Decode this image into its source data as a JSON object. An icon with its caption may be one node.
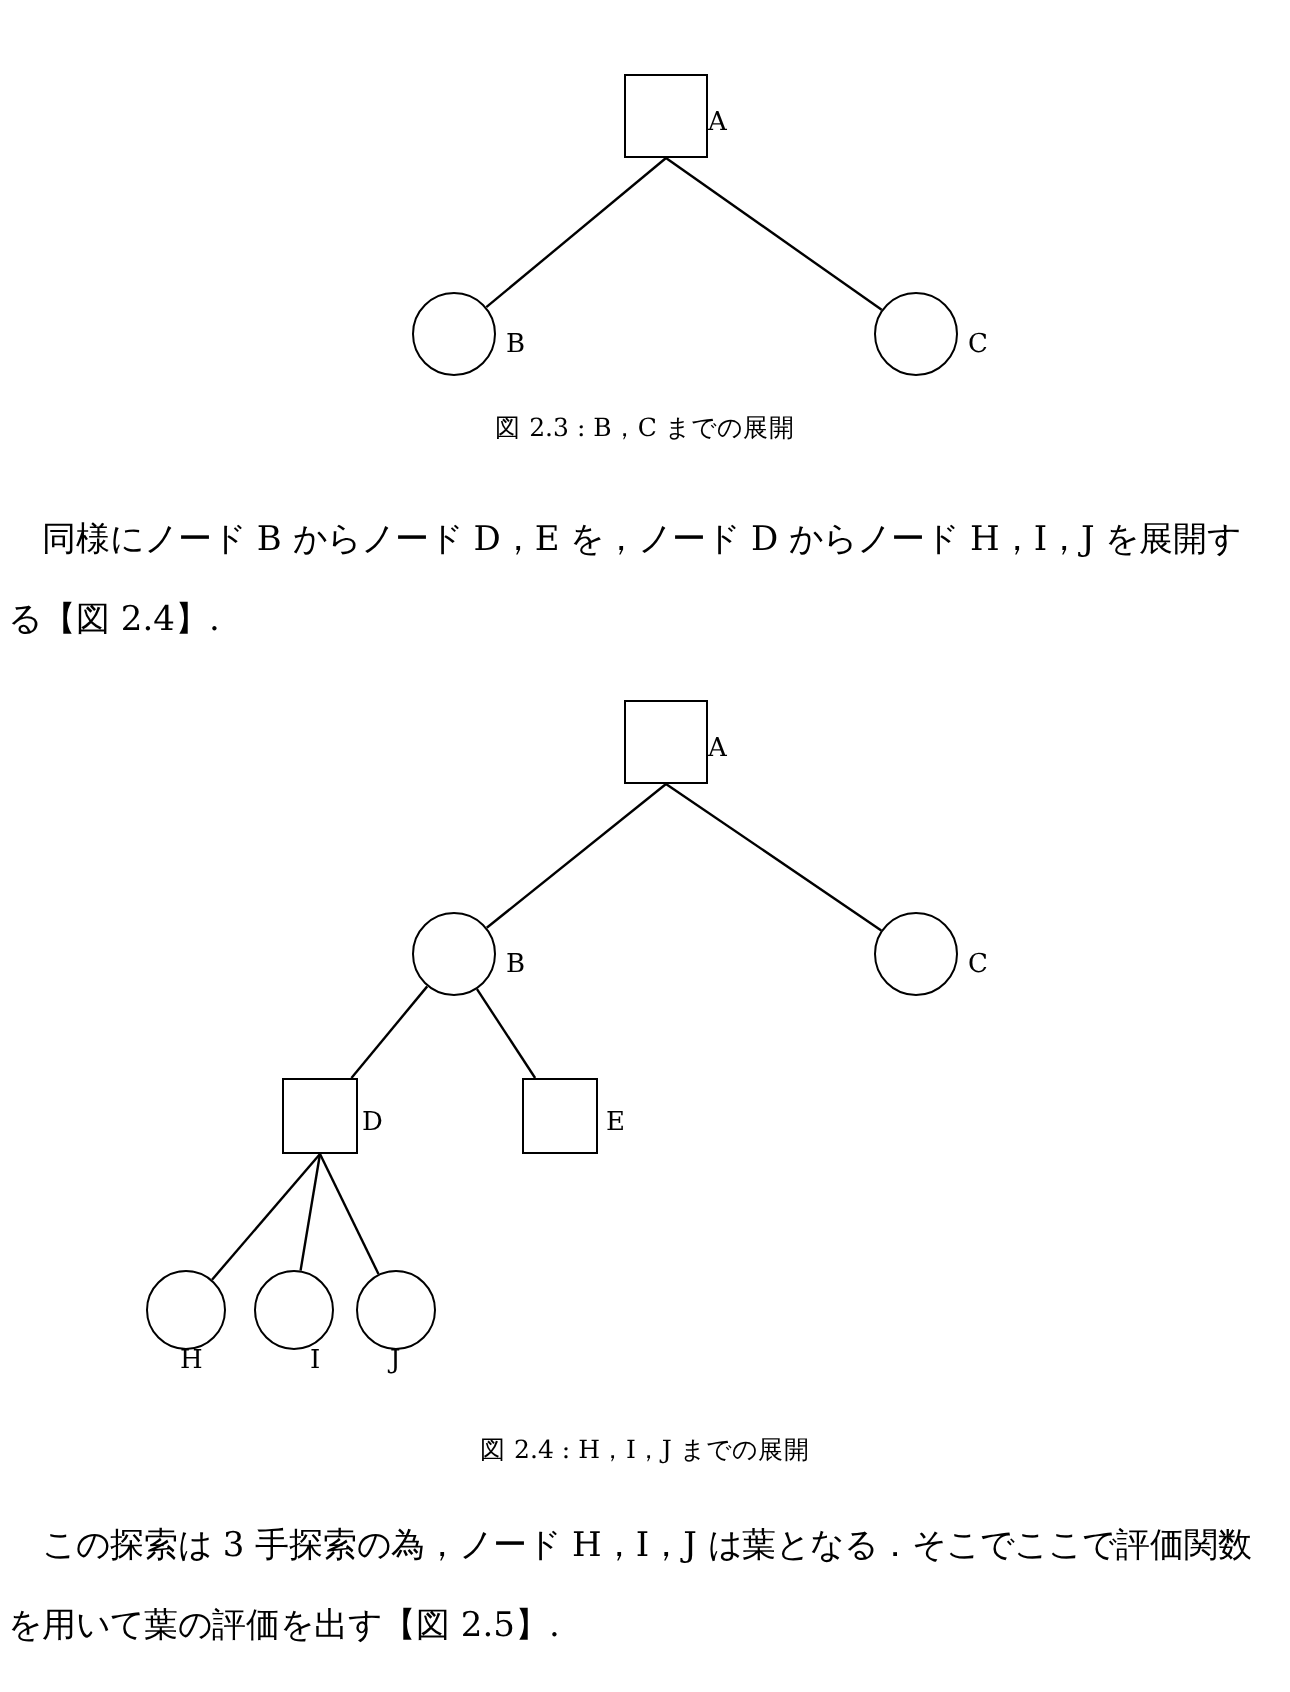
{
  "diagram": {
    "nodes": [
      {
        "text": [],
        "shape": "box",
        "beside": [
          "A"
        ]
      },
      {
        "text": [],
        "shape": "circle",
        "beside": [
          "B"
        ]
      },
      {
        "text": [],
        "shape": "circle",
        "beside": [
          "C"
        ]
      },
      {
        "text": [],
        "shape": "box",
        "beside": [
          "A"
        ]
      },
      {
        "text": [],
        "shape": "circle",
        "beside": [
          "B"
        ]
      },
      {
        "text": [],
        "shape": "circle",
        "beside": [
          "C"
        ]
      },
      {
        "text": [],
        "shape": "box",
        "beside": [
          "D"
        ]
      },
      {
        "text": [],
        "shape": "box",
        "beside": [
          "E"
        ]
      },
      {
        "text": [],
        "shape": "circle",
        "beside": [
          "H"
        ]
      },
      {
        "text": [],
        "shape": "circle",
        "beside": [
          "I"
        ]
      },
      {
        "text": [],
        "shape": "circle",
        "beside": [
          "J"
        ]
      }
    ],
    "edges": [
      {
        "from": 0,
        "to": 1,
        "arrow": "none"
      },
      {
        "from": 0,
        "to": 2,
        "arrow": "none"
      },
      {
        "from": 3,
        "to": 4,
        "arrow": "none"
      },
      {
        "from": 3,
        "to": 5,
        "arrow": "none"
      },
      {
        "from": 4,
        "to": 6,
        "arrow": "none"
      },
      {
        "from": 4,
        "to": 7,
        "arrow": "none"
      },
      {
        "from": 6,
        "to": 8,
        "arrow": "none"
      },
      {
        "from": 6,
        "to": 9,
        "arrow": "none"
      },
      {
        "from": 6,
        "to": 10,
        "arrow": "none"
      }
    ],
    "labels": [
      "図 2.3 : B，C までの展開",
      "同様にノード B からノード D，E を，ノード D からノード H，I，J を展開する【図 2.4】.",
      "図 2.4 : H，I，J までの展開",
      "この探索は 3 手探索の為，ノード H，I，J は葉となる．そこでここで評価関数を用いて葉の評価を出す【図 2.5】."
    ]
  }
}
